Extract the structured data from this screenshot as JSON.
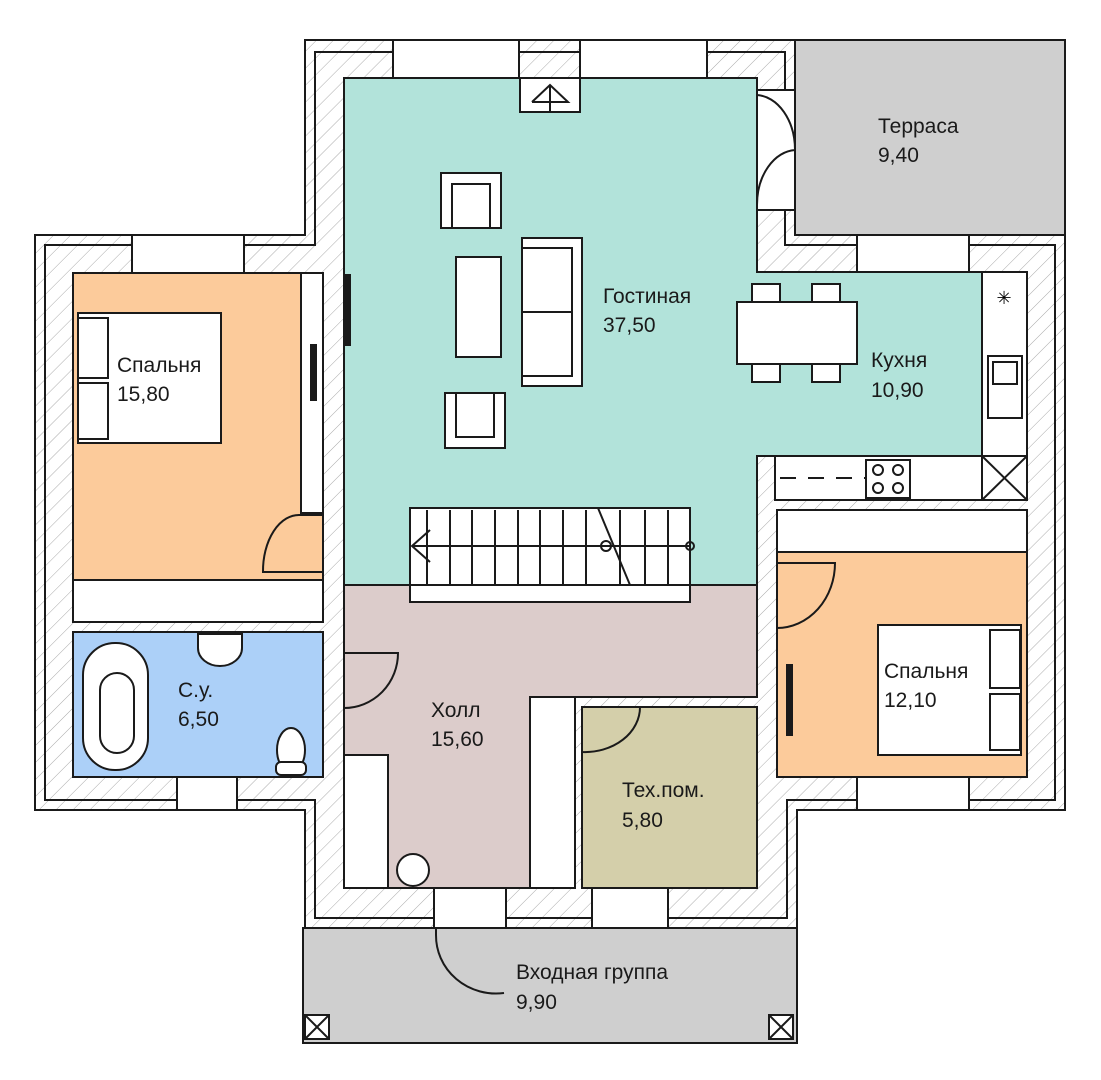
{
  "plan": {
    "rooms": [
      {
        "name": "Терраса",
        "area": "9,40"
      },
      {
        "name": "Гостиная",
        "area": "37,50"
      },
      {
        "name": "Спальня",
        "area": "15,80"
      },
      {
        "name": "Кухня",
        "area": "10,90"
      },
      {
        "name": "С.у.",
        "area": "6,50"
      },
      {
        "name": "Холл",
        "area": "15,60"
      },
      {
        "name": "Спальня",
        "area": "12,10"
      },
      {
        "name": "Тех.пом.",
        "area": "5,80"
      },
      {
        "name": "Входная группа",
        "area": "9,90"
      }
    ],
    "colors": {
      "living": "#b2e3da",
      "bedroom": "#fccb9b",
      "bathroom": "#acd0f8",
      "hall": "#dccccb",
      "tech": "#d4cfaa",
      "outdoor": "#cfcfcf"
    }
  }
}
